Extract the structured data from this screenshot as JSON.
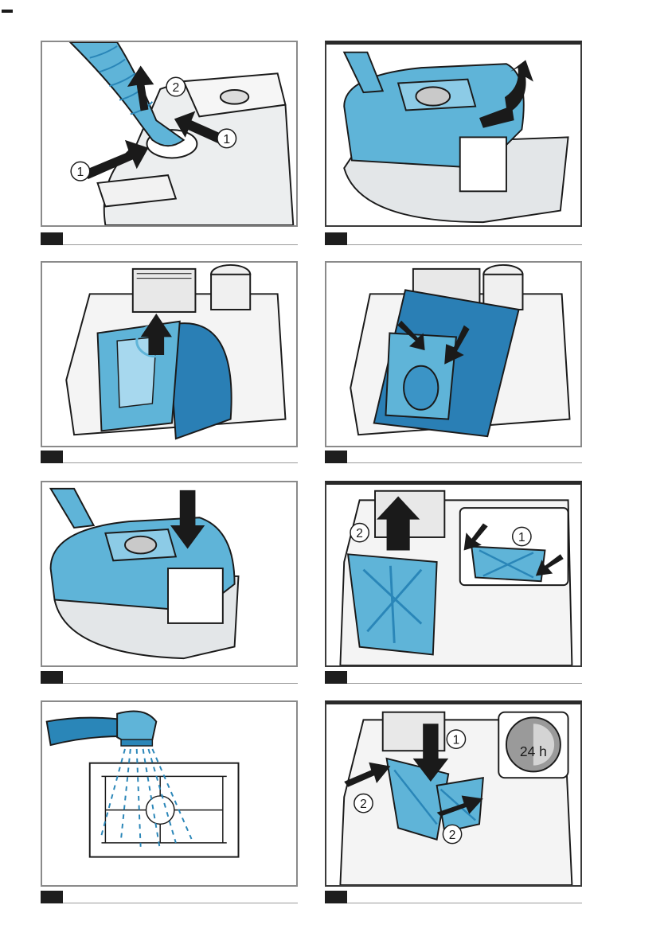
{
  "figures": [
    {
      "id": "fig1",
      "callouts": [
        "1",
        "1",
        "2"
      ]
    },
    {
      "id": "fig2",
      "callouts": []
    },
    {
      "id": "fig3",
      "callouts": []
    },
    {
      "id": "fig4",
      "callouts": []
    },
    {
      "id": "fig5",
      "callouts": []
    },
    {
      "id": "fig6",
      "callouts": [
        "1",
        "2"
      ]
    },
    {
      "id": "fig7",
      "callouts": []
    },
    {
      "id": "fig8",
      "callouts": [
        "1",
        "2",
        "2"
      ],
      "timer_label": "24 h"
    }
  ],
  "colors": {
    "accent_blue": "#5fb4d8",
    "accent_blue_dark": "#2a86b8",
    "bag_blue": "#2a7fb5",
    "outline": "#1a1a1a",
    "gray_body": "#d9dde0"
  },
  "icons": [
    "arrow-icon",
    "water-drop-icon",
    "timer-icon",
    "callout-number-icon"
  ]
}
